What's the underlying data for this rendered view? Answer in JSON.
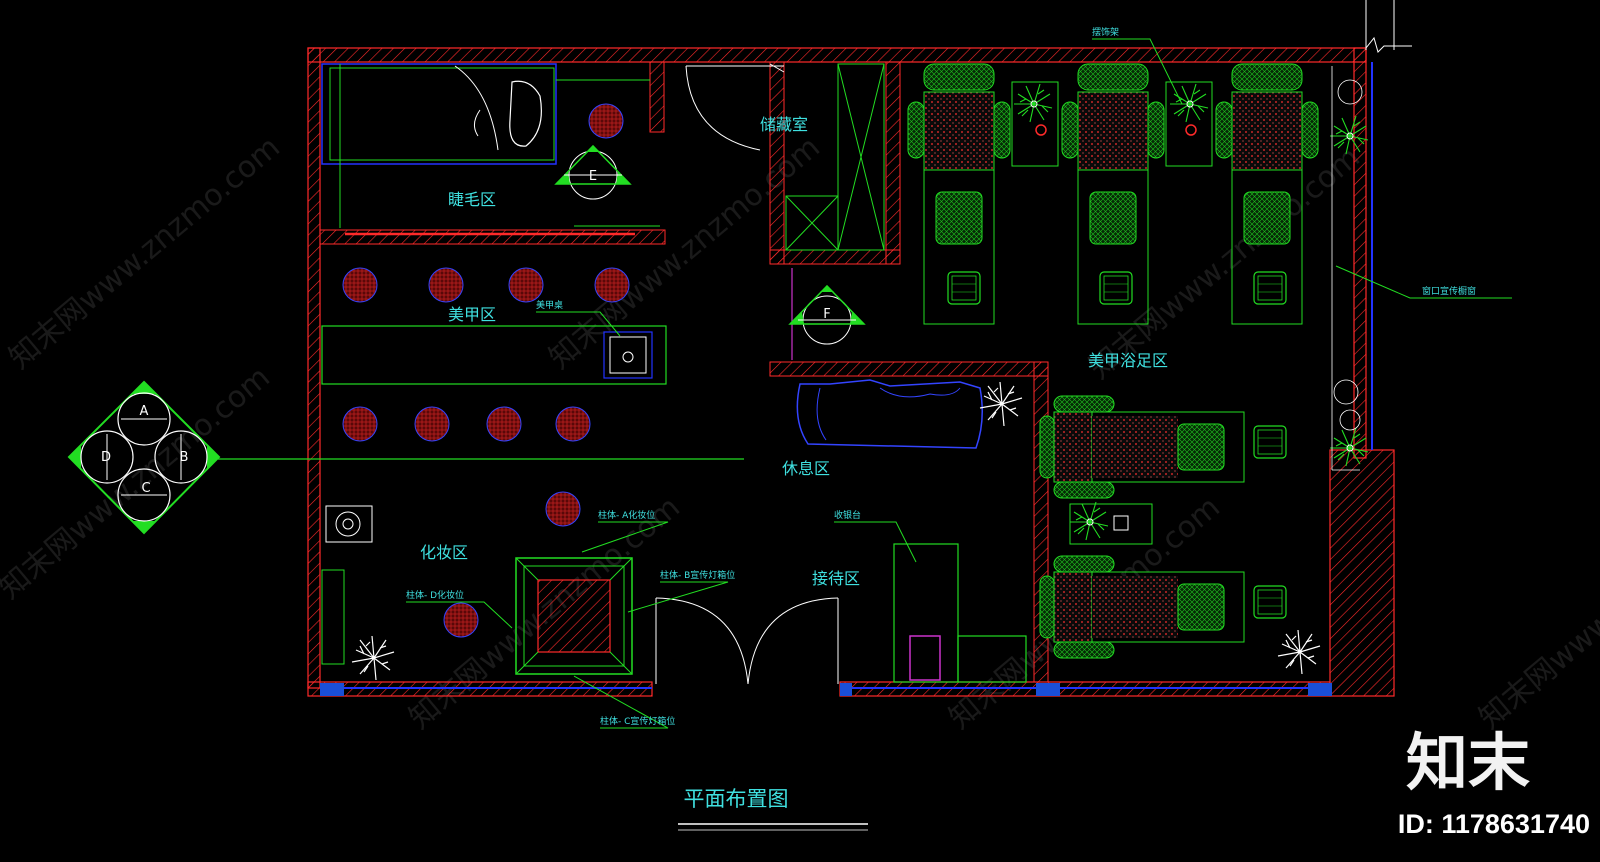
{
  "drawing": {
    "title": "平面布置图",
    "rooms": {
      "eyelash": "睫毛区",
      "storage": "储藏室",
      "nail": "美甲区",
      "nail_foot": "美甲浴足区",
      "rest": "休息区",
      "makeup": "化妆区",
      "reception": "接待区"
    },
    "callouts": {
      "decor": "摆饰架",
      "window": "窗口宣传橱窗",
      "nail_table": "美甲桌",
      "col_a": "柱体- A化妆位",
      "col_b": "柱体- B宣传灯箱位",
      "col_c": "柱体- C宣传灯箱位",
      "col_d": "柱体- D化妆位",
      "front_desk": "收银台"
    },
    "section_bubbles": {
      "e": "E",
      "f": "F"
    },
    "elevation_index": {
      "a": "A",
      "b": "B",
      "c": "C",
      "d": "D"
    }
  },
  "branding": {
    "logo": "知末",
    "id_text": "ID: 1178631740",
    "watermark": "知末网www.znzmo.com"
  },
  "colors": {
    "wall": "#ff2a2a",
    "furniture": "#22dd22",
    "label": "#3fe0e0",
    "glass": "#2233ff",
    "chair": "#b01010",
    "plant": "#ffffff",
    "background": "#000000"
  }
}
